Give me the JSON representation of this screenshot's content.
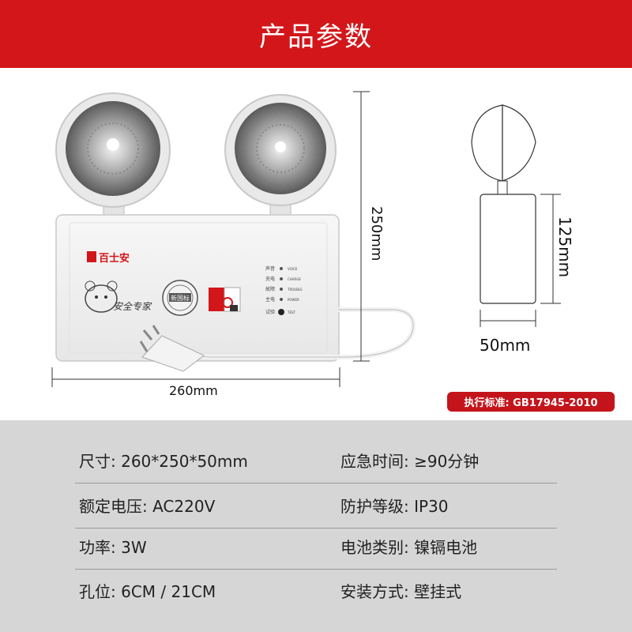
{
  "header": {
    "title": "产品参数"
  },
  "product": {
    "brand": "百士安",
    "panel_labels": [
      "声音",
      "充电",
      "故障",
      "主电",
      "试验"
    ],
    "panel_labels_en": [
      "VOICE",
      "CHARGE",
      "TROUBLE",
      "POWER",
      "TEST"
    ],
    "badge_text": "新国标",
    "slogan": "安全专家"
  },
  "dimensions": {
    "width": "260mm",
    "height": "250mm",
    "side_height": "125mm",
    "depth": "50mm"
  },
  "standard": "执行标准: GB17945-2010",
  "specs": [
    {
      "left": "尺寸: 260*250*50mm",
      "right": "应急时间: ≥90分钟"
    },
    {
      "left": "额定电压: AC220V",
      "right": "防护等级: IP30"
    },
    {
      "left": "功率: 3W",
      "right": "电池类别: 镍镉电池"
    },
    {
      "left": "孔位: 6CM / 21CM",
      "right": "安装方式: 壁挂式"
    }
  ],
  "colors": {
    "header": "#d3161a",
    "badge": "#c4141b",
    "spec_bg": "#d6d6d6"
  }
}
